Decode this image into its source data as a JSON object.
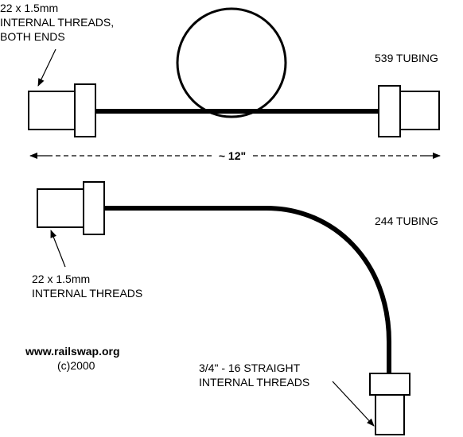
{
  "top_assembly": {
    "thread_label_lines": [
      "22 x 1.5mm",
      "INTERNAL THREADS,",
      "BOTH ENDS"
    ],
    "tubing_label": "539 TUBING",
    "length_label": "~ 12\""
  },
  "bottom_assembly": {
    "thread_label_lines": [
      "22 x 1.5mm",
      "INTERNAL THREADS"
    ],
    "tubing_label": "244 TUBING",
    "end_thread_label_lines": [
      "3/4\" - 16 STRAIGHT",
      "INTERNAL THREADS"
    ]
  },
  "credits": {
    "website": "www.railswap.org",
    "copyright": "(c)2000"
  },
  "colors": {
    "ink": "#000000",
    "background": "#ffffff"
  }
}
